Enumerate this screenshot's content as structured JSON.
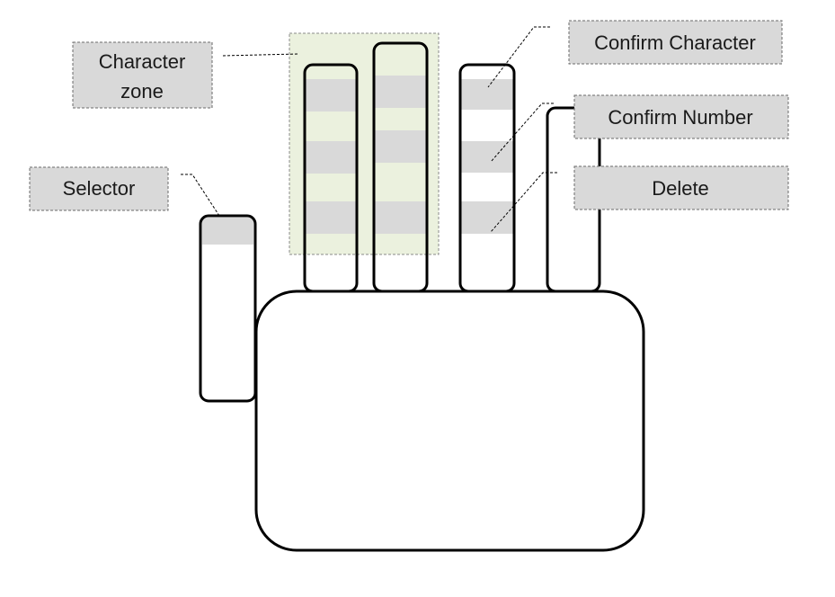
{
  "labels": {
    "character_zone_line1": "Character",
    "character_zone_line2": "zone",
    "selector": "Selector",
    "confirm_character": "Confirm Character",
    "confirm_number": "Confirm Number",
    "delete": "Delete"
  },
  "colors": {
    "callout_fill": "#d9d9d9",
    "zone_fill": "#ebf1de",
    "band_fill": "#d9d9d9",
    "outline": "#000000"
  }
}
